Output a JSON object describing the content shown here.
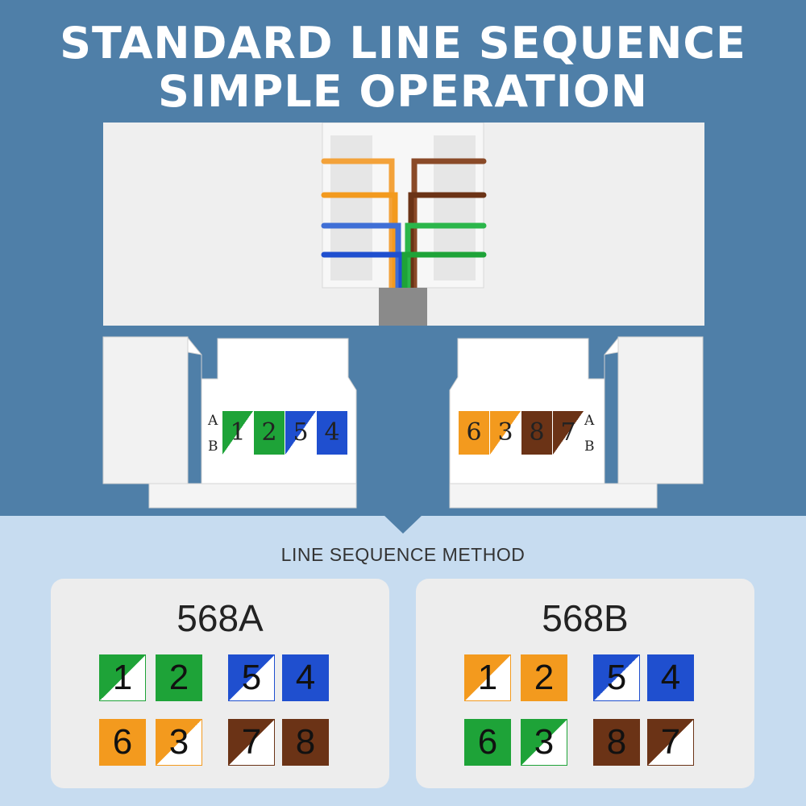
{
  "headline": {
    "line1": "STANDARD LINE SEQUENCE",
    "line2": "SIMPLE OPERATION"
  },
  "method_label": "LINE SEQUENCE METHOD",
  "colors": {
    "top_band": "#4f7fa8",
    "bottom_band": "#c7dcf0",
    "orange": "#f39a1e",
    "green": "#1ea338",
    "blue": "#1f4fcf",
    "brown": "#6b3316",
    "white": "#ffffff"
  },
  "module_labels": {
    "a": "A",
    "b": "B"
  },
  "module_left": [
    {
      "num": "1",
      "color": "green",
      "striped": true
    },
    {
      "num": "2",
      "color": "green",
      "striped": false
    },
    {
      "num": "5",
      "color": "blue",
      "striped": true
    },
    {
      "num": "4",
      "color": "blue",
      "striped": false
    }
  ],
  "module_right": [
    {
      "num": "6",
      "color": "orange",
      "striped": false
    },
    {
      "num": "3",
      "color": "orange",
      "striped": true
    },
    {
      "num": "8",
      "color": "brown",
      "striped": false
    },
    {
      "num": "7",
      "color": "brown",
      "striped": true
    }
  ],
  "standards": [
    {
      "title": "568A",
      "row1": [
        {
          "num": "1",
          "color": "green",
          "striped": true
        },
        {
          "num": "2",
          "color": "green",
          "striped": false
        },
        {
          "num": "5",
          "color": "blue",
          "striped": true
        },
        {
          "num": "4",
          "color": "blue",
          "striped": false
        }
      ],
      "row2": [
        {
          "num": "6",
          "color": "orange",
          "striped": false
        },
        {
          "num": "3",
          "color": "orange",
          "striped": true
        },
        {
          "num": "7",
          "color": "brown",
          "striped": true
        },
        {
          "num": "8",
          "color": "brown",
          "striped": false
        }
      ]
    },
    {
      "title": "568B",
      "row1": [
        {
          "num": "1",
          "color": "orange",
          "striped": true
        },
        {
          "num": "2",
          "color": "orange",
          "striped": false
        },
        {
          "num": "5",
          "color": "blue",
          "striped": true
        },
        {
          "num": "4",
          "color": "blue",
          "striped": false
        }
      ],
      "row2": [
        {
          "num": "6",
          "color": "green",
          "striped": false
        },
        {
          "num": "3",
          "color": "green",
          "striped": true
        },
        {
          "num": "8",
          "color": "brown",
          "striped": false
        },
        {
          "num": "7",
          "color": "brown",
          "striped": true
        }
      ]
    }
  ]
}
